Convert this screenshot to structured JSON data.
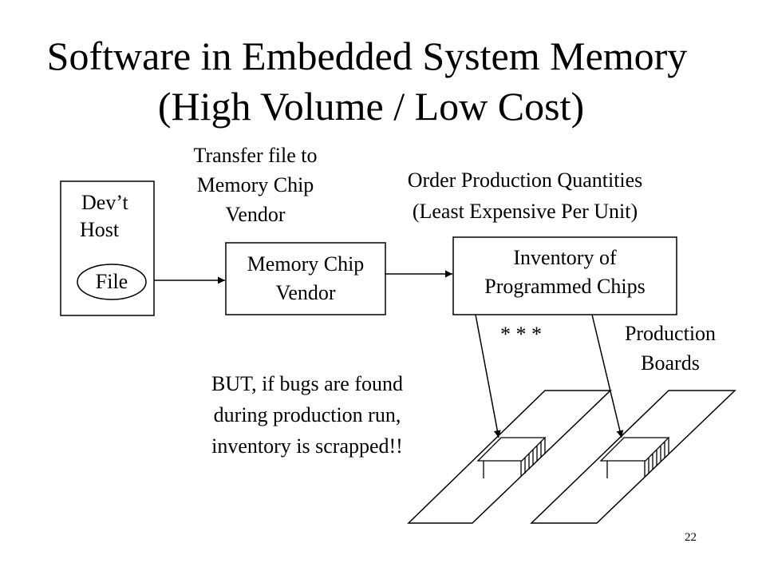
{
  "title": {
    "line1": "Software in Embedded System Memory",
    "line2": "(High Volume / Low Cost)"
  },
  "dev_host": {
    "line1": "Dev’t",
    "line2": "Host",
    "file_label": "File"
  },
  "transfer_label": {
    "line1": "Transfer file to",
    "line2": "Memory Chip",
    "line3": "Vendor"
  },
  "vendor_box": {
    "line1": "Memory Chip",
    "line2": "Vendor"
  },
  "order_label": {
    "line1": "Order Production Quantities",
    "line2": "(Least Expensive Per Unit)"
  },
  "inventory_box": {
    "line1": "Inventory of",
    "line2": "Programmed Chips"
  },
  "stars": "* * *",
  "production_boards": {
    "line1": "Production",
    "line2": "Boards"
  },
  "warning": {
    "line1": "BUT, if bugs are found",
    "line2": "during production run,",
    "line3": "inventory is scrapped!!"
  },
  "page_number": "22"
}
